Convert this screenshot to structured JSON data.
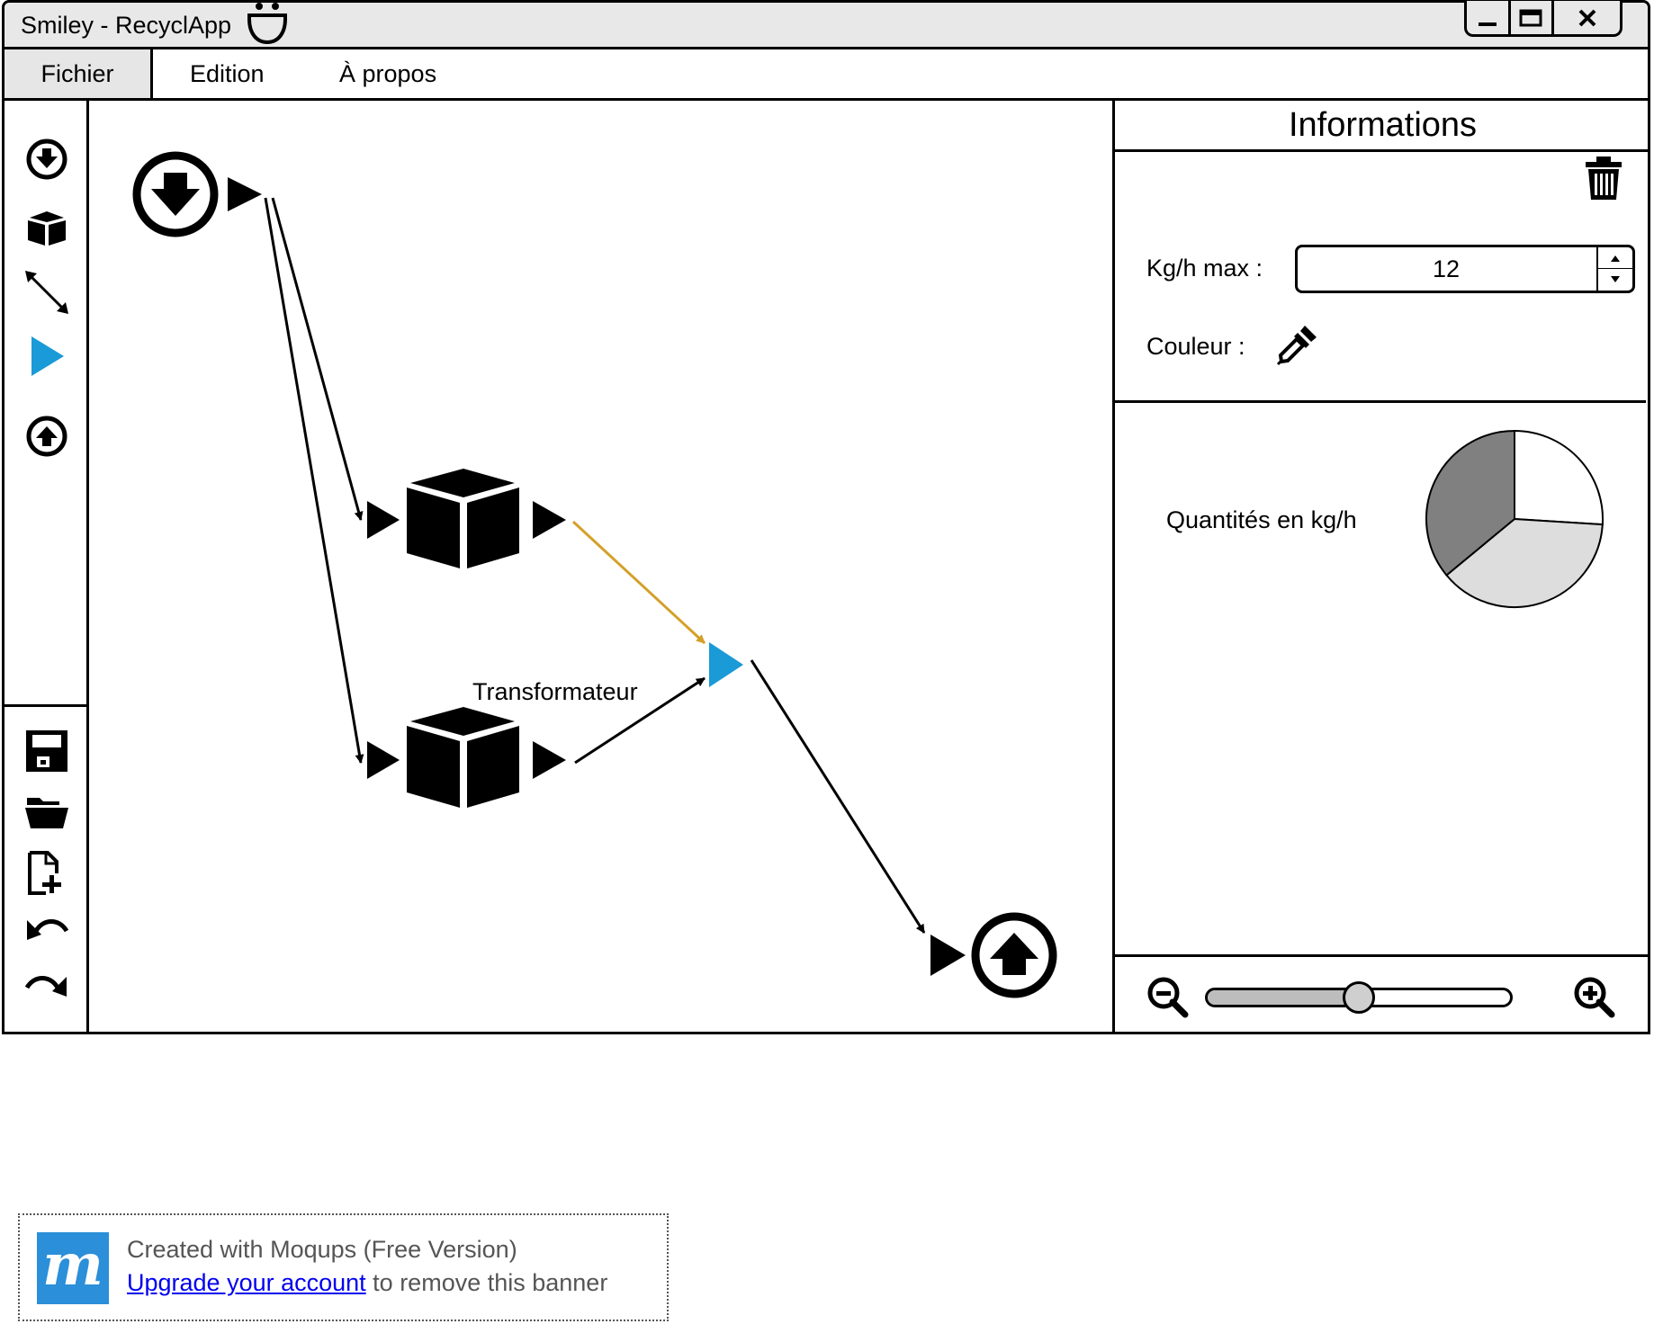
{
  "window": {
    "title": "Smiley - RecyclApp",
    "controls": [
      "minimize-icon",
      "maximize-icon",
      "close-icon"
    ]
  },
  "menu": {
    "items": [
      {
        "label": "Fichier",
        "active": true
      },
      {
        "label": "Edition",
        "active": false
      },
      {
        "label": "À propos",
        "active": false
      }
    ]
  },
  "toolbar": {
    "tools": [
      "entry-icon",
      "transformer-cube-icon",
      "connector-arrow-icon",
      "junction-triangle-icon",
      "exit-icon"
    ],
    "active_tool": "junction-triangle-icon",
    "file_actions": [
      "save-icon",
      "open-folder-icon",
      "new-file-icon",
      "undo-icon",
      "redo-icon"
    ]
  },
  "canvas": {
    "transformer_label": "Transformateur",
    "accent_color": "#1a9ad6",
    "selected_link_color": "#d4a02a"
  },
  "info_panel": {
    "title": "Informations",
    "kg_label": "Kg/h max :",
    "kg_value": "12",
    "couleur_label": "Couleur :",
    "quantities_label": "Quantités en kg/h",
    "zoom_level": 0.5
  },
  "chart_data": {
    "type": "pie",
    "slices": [
      {
        "value": 26,
        "color": "#ffffff"
      },
      {
        "value": 38,
        "color": "#dddddd"
      },
      {
        "value": 36,
        "color": "#808080"
      }
    ]
  },
  "banner": {
    "line1": "Created with Moqups (Free Version)",
    "link_text": "Upgrade your account",
    "line2_rest": " to remove this banner",
    "logo_letter": "m"
  }
}
